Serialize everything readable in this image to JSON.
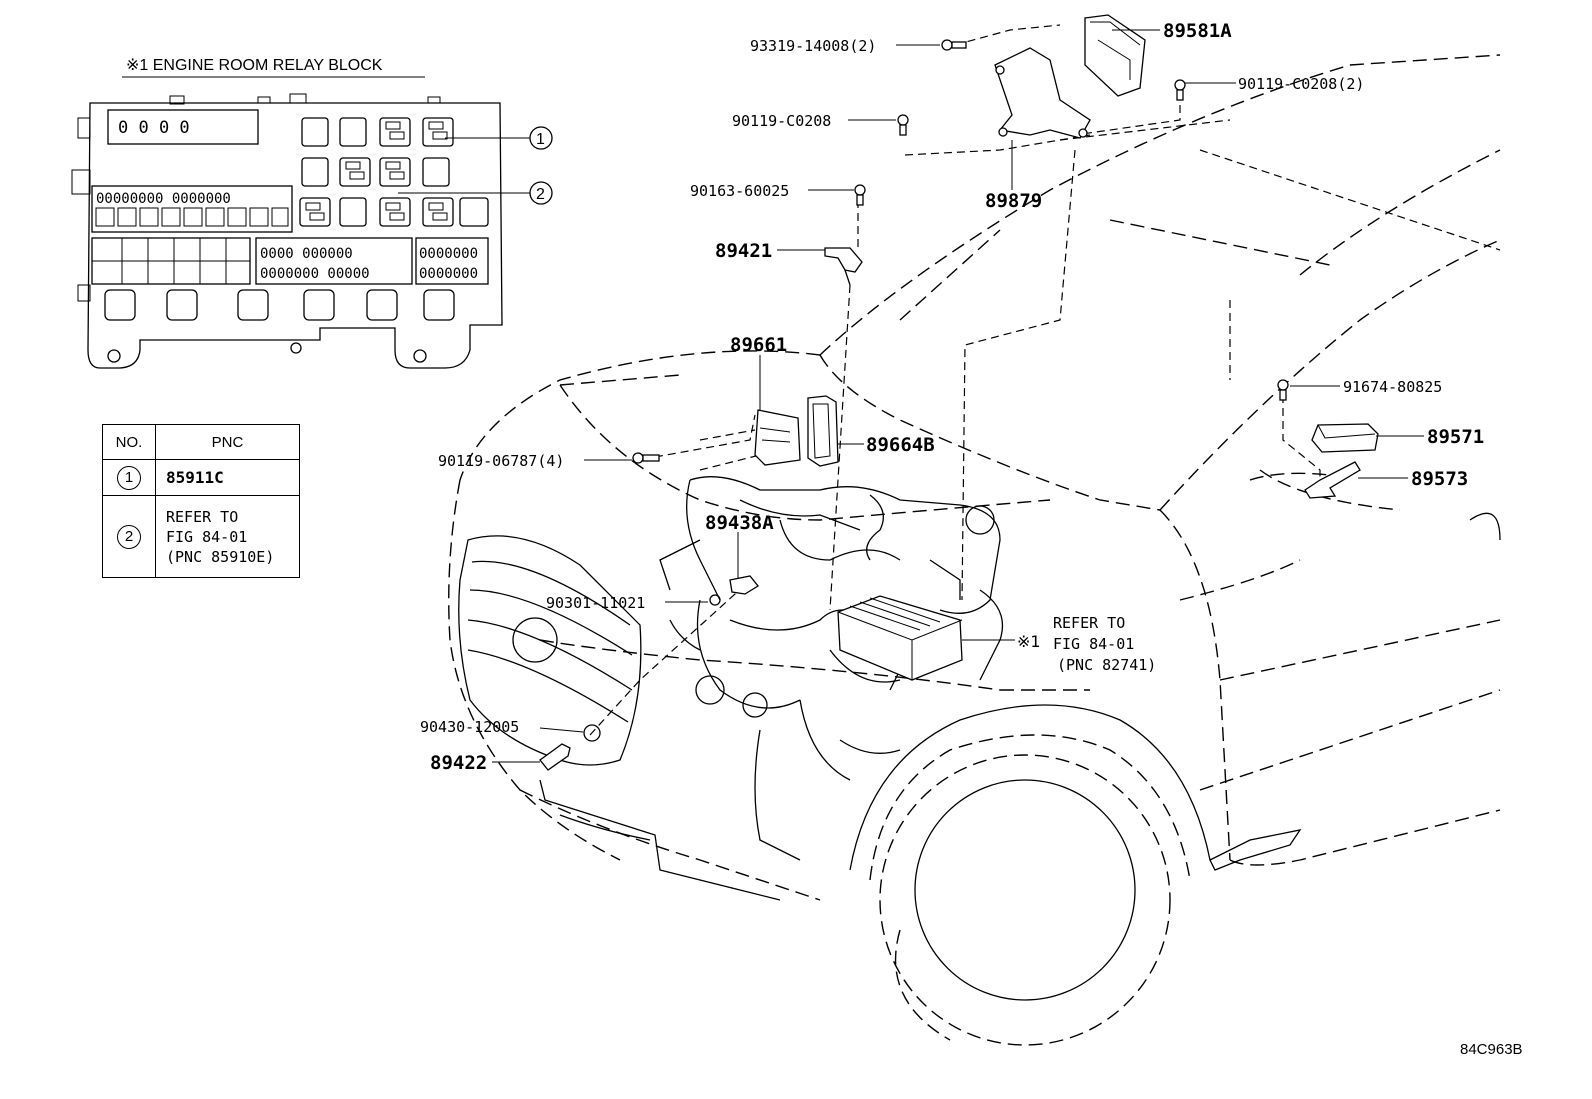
{
  "relay_block": {
    "title": "※1  ENGINE ROOM RELAY BLOCK",
    "display_digits": "0 0 0 0",
    "fuse_row_1": "00000000   0000000",
    "fuse_row_2": "0000000   00000",
    "fuse_row_3": "0000   000000",
    "fuse_row_4": "0000000",
    "callouts": [
      "1",
      "2"
    ]
  },
  "table": {
    "headers": [
      "NO.",
      "PNC"
    ],
    "rows": [
      {
        "no": "1",
        "pnc": "85911C"
      },
      {
        "no": "2",
        "pnc": "REFER TO\nFIG 84-01\n(PNC 85910E)"
      }
    ]
  },
  "parts": {
    "p93319": "93319-14008(2)",
    "p89581A": "89581A",
    "p90119_c0208_2": "90119-C0208(2)",
    "p90119_c0208": "90119-C0208",
    "p90163": "90163-60025",
    "p89879": "89879",
    "p89421": "89421",
    "p89661": "89661",
    "p89664B": "89664B",
    "p90119_06787": "90119-06787(4)",
    "p89438A": "89438A",
    "p90301": "90301-11021",
    "p90430": "90430-12005",
    "p89422": "89422",
    "p91674": "91674-80825",
    "p89571": "89571",
    "p89573": "89573"
  },
  "refer_note": {
    "mark": "※1",
    "line1": "REFER TO",
    "line2": "FIG 84-01",
    "line3": "(PNC 82741)"
  },
  "figure_id": "84C963B"
}
